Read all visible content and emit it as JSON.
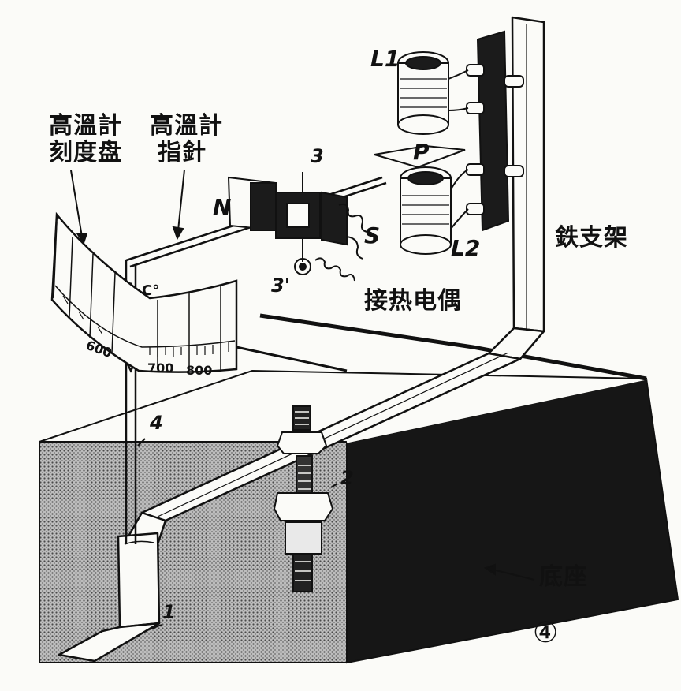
{
  "labels": {
    "dial_line1": "高溫計",
    "dial_line2": "刻度盘",
    "pointer_line1": "高溫計",
    "pointer_line2": "指針",
    "thermocouple": "接热电偶",
    "iron_bracket": "鉄支架",
    "base": "底座",
    "figure_number": "④"
  },
  "symbols": {
    "L1": "L1",
    "L2": "L2",
    "P": "P",
    "N": "N",
    "S": "S",
    "celsius": "C°"
  },
  "numbers": {
    "n1": "1",
    "n2": "2",
    "n3_top": "3",
    "n3_bottom": "3'",
    "n4": "4"
  },
  "dial_ticks": {
    "t600": "600",
    "t700": "700",
    "t800": "800"
  },
  "colors": {
    "ink": "#111111",
    "paper": "#fbfbf8"
  }
}
